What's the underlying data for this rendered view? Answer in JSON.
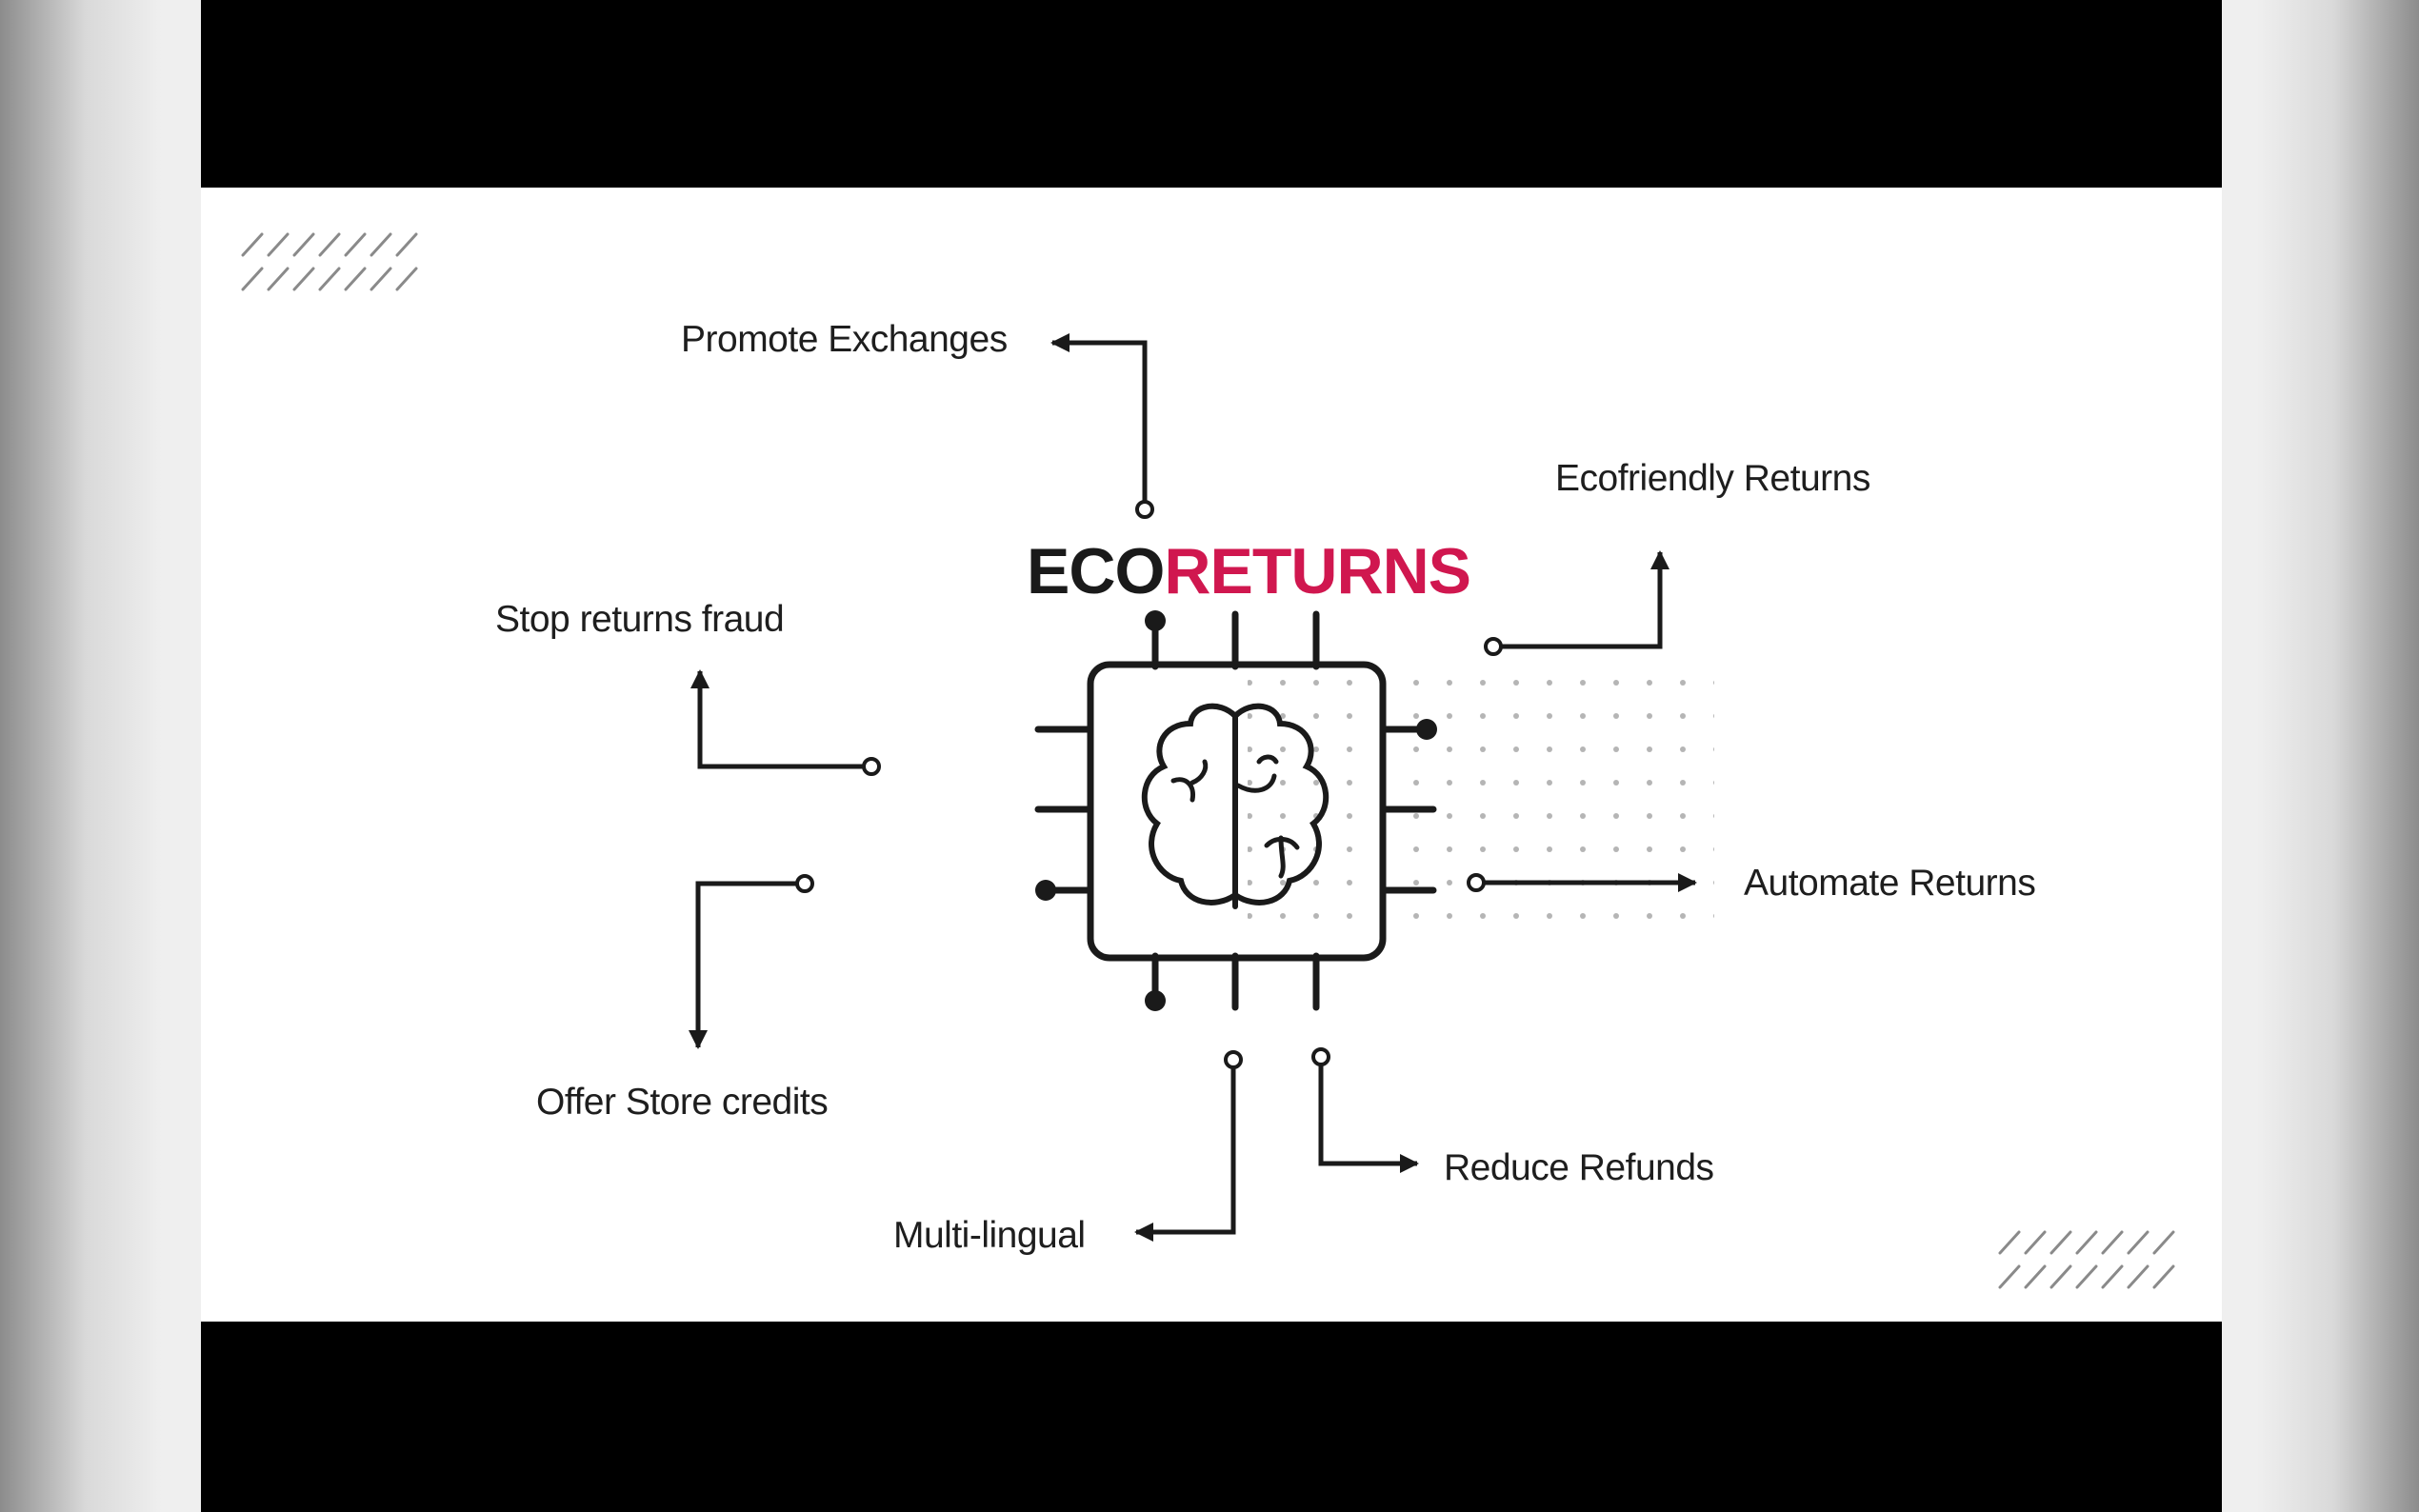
{
  "logo": {
    "eco": "ECO",
    "returns": "RETURNS",
    "eco_color": "#1a1a1a",
    "returns_color": "#d0174f"
  },
  "labels": {
    "promote_exchanges": "Promote Exchanges",
    "ecofriendly_returns": "Ecofriendly Returns",
    "stop_returns_fraud": "Stop returns fraud",
    "automate_returns": "Automate Returns",
    "offer_store_credits": "Offer Store credits",
    "reduce_refunds": "Reduce Refunds",
    "multi_lingual": "Multi-lingual"
  },
  "icons": {
    "center": "brain-chip-icon",
    "decor": "diagonal-hatch"
  }
}
